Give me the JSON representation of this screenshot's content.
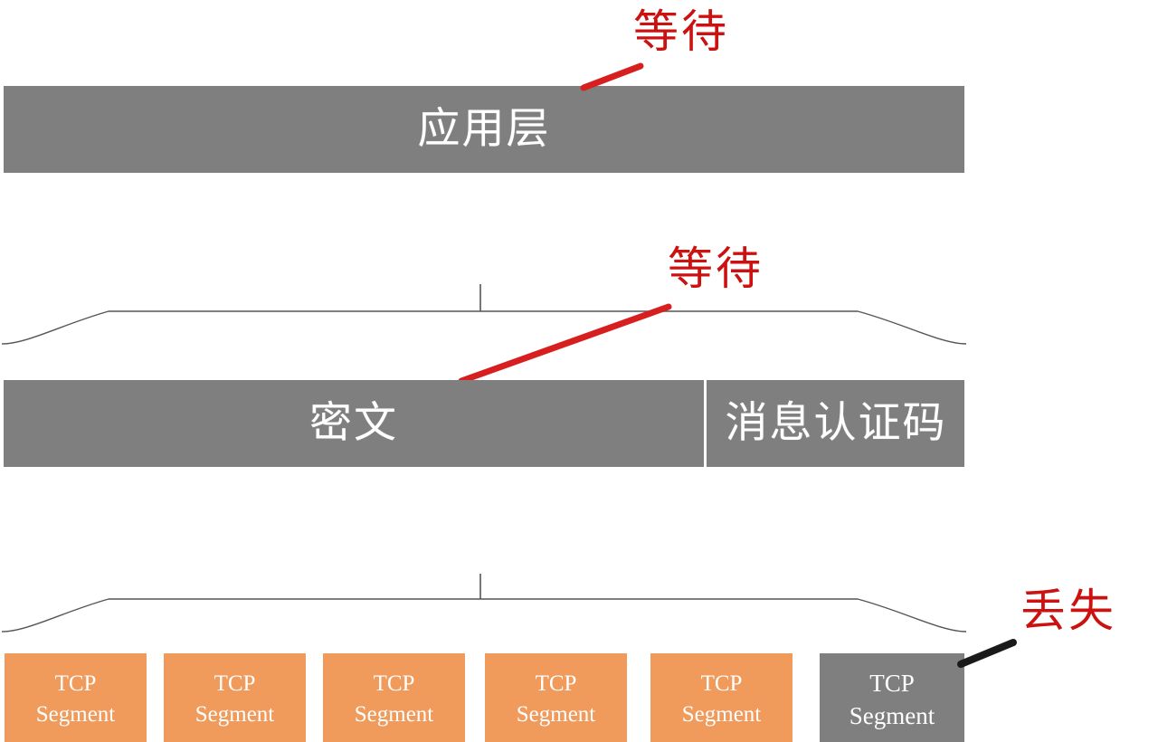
{
  "diagram": {
    "title_text_present": false,
    "colors": {
      "gray_block": "#7f7f7f",
      "orange_block": "#f09a5c",
      "annotation_red": "#cc1111",
      "leader_black": "#1a1a1a",
      "brace_line": "#555555",
      "background": "#ffffff",
      "label_text": "#ffffff"
    },
    "layers": {
      "application": {
        "label": "应用层"
      },
      "record": {
        "ciphertext_label": "密文",
        "mac_label": "消息认证码"
      },
      "transport": {
        "segments": [
          {
            "line1": "TCP",
            "line2": "Segment",
            "state": "normal"
          },
          {
            "line1": "TCP",
            "line2": "Segment",
            "state": "normal"
          },
          {
            "line1": "TCP",
            "line2": "Segment",
            "state": "normal"
          },
          {
            "line1": "TCP",
            "line2": "Segment",
            "state": "normal"
          },
          {
            "line1": "TCP",
            "line2": "Segment",
            "state": "normal"
          },
          {
            "line1": "TCP",
            "line2": "Segment",
            "state": "lost"
          }
        ]
      }
    },
    "annotations": [
      {
        "id": "wait-top",
        "label": "等待",
        "color": "#cc1111",
        "leader_color": "#d81f1f"
      },
      {
        "id": "wait-middle",
        "label": "等待",
        "color": "#cc1111",
        "leader_color": "#d81f1f"
      },
      {
        "id": "lost",
        "label": "丢失",
        "color": "#cc1111",
        "leader_color": "#1a1a1a"
      }
    ]
  }
}
